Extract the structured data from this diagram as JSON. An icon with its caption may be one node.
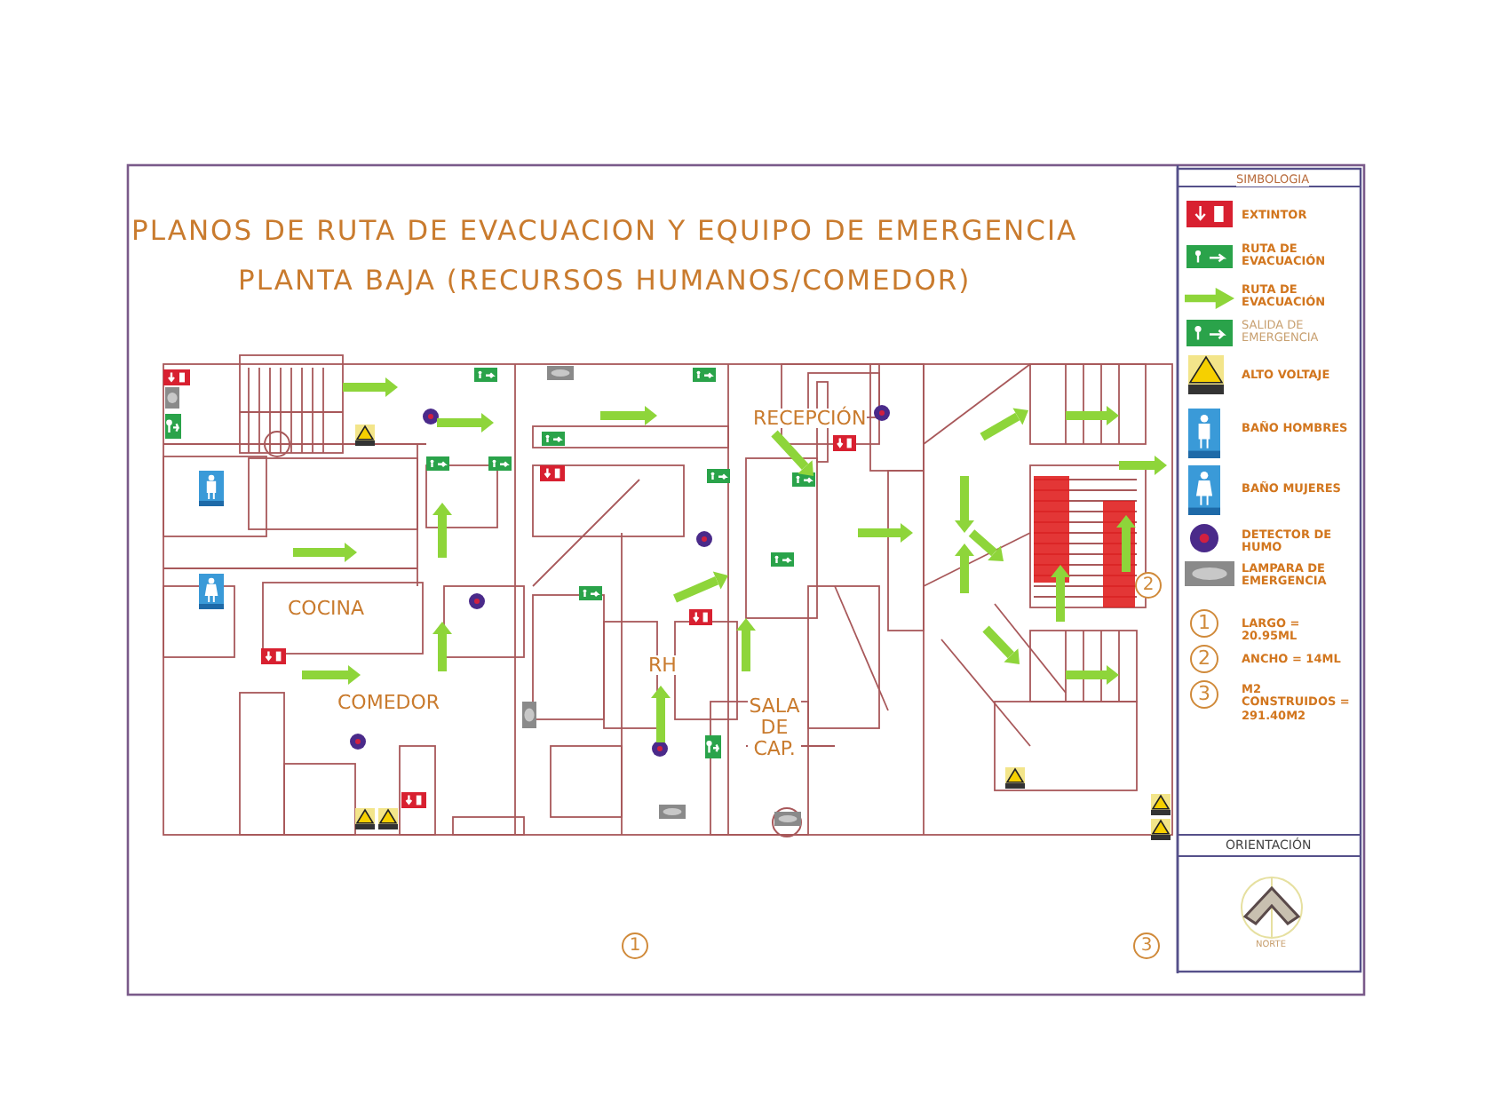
{
  "diagram": {
    "title": "PLANOS DE RUTA DE EVACUACION Y EQUIPO DE EMERGENCIA",
    "labels": [
      "PLANTA BAJA (RECURSOS HUMANOS/COMEDOR)",
      "RECEPCIÓN",
      "COCINA",
      "RH",
      "COMEDOR",
      "SALA DE CAP.",
      "2",
      "1",
      "3",
      "SIMBOLOGIA",
      "1",
      "LARGO = 20.95ML",
      "2",
      "ANCHO = 14ML",
      "3",
      "M2 CONSTRUIDOS = 291.40M2",
      "ORIENTACIÓN",
      "NORTE"
    ],
    "legend": [
      {
        "text": "EXTINTOR"
      },
      {
        "text": "RUTA DE EVACUACIÓN"
      },
      {
        "text": "RUTA DE EVACUACIÓN"
      },
      {
        "text": "SALIDA DE EMERGENCIA"
      },
      {
        "text": "ALTO VOLTAJE"
      },
      {
        "text": "BAÑO HOMBRES"
      },
      {
        "text": "BAÑO MUJERES"
      },
      {
        "text": "DETECTOR DE HUMO"
      },
      {
        "text": "LAMPARA DE EMERGENCIA"
      }
    ]
  }
}
